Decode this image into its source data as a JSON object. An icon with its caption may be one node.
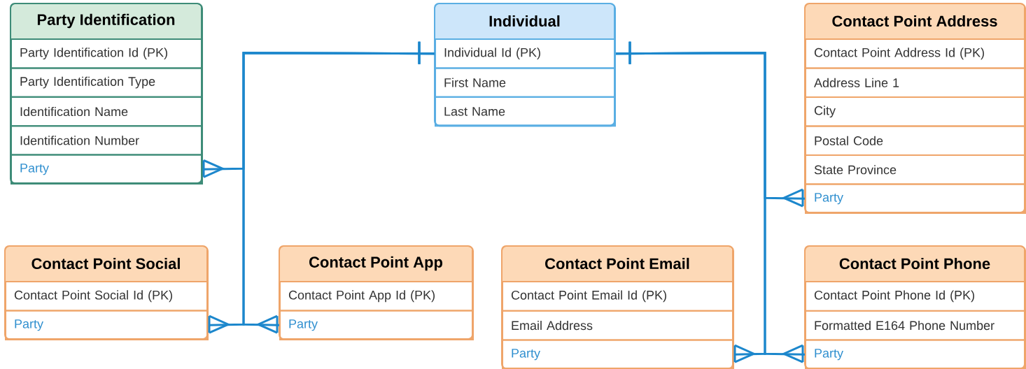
{
  "diagram": {
    "nodes": [
      {
        "text": [
          "Party Identification"
        ]
      },
      {
        "text": [
          "Party Identification Id (PK)"
        ],
        "in": 0
      },
      {
        "text": [
          "Party Identification Type"
        ],
        "in": 0
      },
      {
        "text": [
          "Identification Name"
        ],
        "in": 0
      },
      {
        "text": [
          "Identification Number"
        ],
        "in": 0
      },
      {
        "text": [
          "Party"
        ],
        "in": 0
      },
      {
        "text": [
          "Individual"
        ]
      },
      {
        "text": [
          "Individual Id (PK)"
        ],
        "in": 6
      },
      {
        "text": [
          "First Name"
        ],
        "in": 6
      },
      {
        "text": [
          "Last Name"
        ],
        "in": 6
      },
      {
        "text": [
          "Contact Point Address"
        ]
      },
      {
        "text": [
          "Contact Point Address Id (PK)"
        ],
        "in": 10
      },
      {
        "text": [
          "Address Line 1"
        ],
        "in": 10
      },
      {
        "text": [
          "City"
        ],
        "in": 10
      },
      {
        "text": [
          "Postal Code"
        ],
        "in": 10
      },
      {
        "text": [
          "State Province"
        ],
        "in": 10
      },
      {
        "text": [
          "Party"
        ],
        "in": 10
      },
      {
        "text": [
          "Contact Point Social"
        ]
      },
      {
        "text": [
          "Contact Point Social Id (PK)"
        ],
        "in": 17
      },
      {
        "text": [
          "Party"
        ],
        "in": 17
      },
      {
        "text": [
          "Contact Point App"
        ]
      },
      {
        "text": [
          "Contact Point App Id (PK)"
        ],
        "in": 20
      },
      {
        "text": [
          "Party"
        ],
        "in": 20
      },
      {
        "text": [
          "Contact Point Email"
        ]
      },
      {
        "text": [
          "Contact Point Email Id (PK)"
        ],
        "in": 23
      },
      {
        "text": [
          "Email Address"
        ],
        "in": 23
      },
      {
        "text": [
          "Party"
        ],
        "in": 23
      },
      {
        "text": [
          "Contact Point Phone"
        ]
      },
      {
        "text": [
          "Contact Point Phone Id (PK)"
        ],
        "in": 27
      },
      {
        "text": [
          "Formatted E164 Phone Number"
        ],
        "in": 27
      },
      {
        "text": [
          "Party"
        ],
        "in": 27
      }
    ],
    "edges": [
      {
        "from": 7,
        "to": 5,
        "arrow": "other"
      },
      {
        "from": 7,
        "to": 19,
        "arrow": "other"
      },
      {
        "from": 7,
        "to": 22,
        "arrow": "other"
      },
      {
        "from": 7,
        "to": 16,
        "arrow": "other"
      },
      {
        "from": 7,
        "to": 26,
        "arrow": "other"
      },
      {
        "from": 7,
        "to": 30,
        "arrow": "other"
      }
    ]
  }
}
